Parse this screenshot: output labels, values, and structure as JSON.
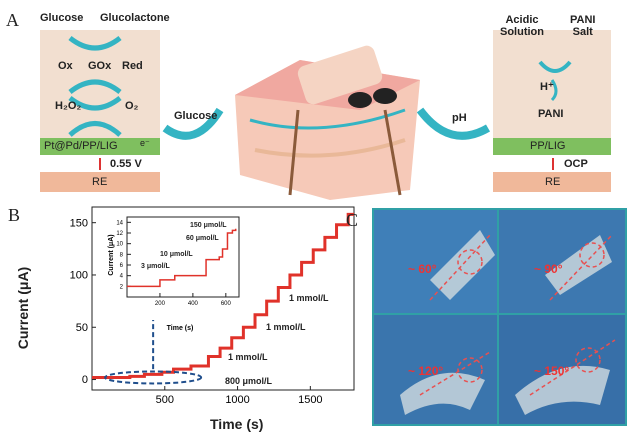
{
  "panels": {
    "a": "A",
    "b": "B",
    "c": "C"
  },
  "left": {
    "glucose": "Glucose",
    "glucolactone": "Glucolactone",
    "ox": "Ox",
    "gox": "GOx",
    "red": "Red",
    "h2o2": "H₂O₂",
    "o2": "O₂",
    "electrode": "Pt@Pd/PP/LIG",
    "e": "e⁻",
    "voltage": "0.55 V",
    "re": "RE",
    "arrow_label": "Glucose"
  },
  "right": {
    "acidic": "Acidic\nSolution",
    "pani_salt": "PANI\nSalt",
    "hplus": "H⁺",
    "pani": "PANI",
    "electrode": "PP/LIG",
    "ocp": "OCP",
    "re": "RE",
    "arrow_label": "pH"
  },
  "colors": {
    "beige": "#f2dfd0",
    "green": "#7fbf5f",
    "re": "#f0b89a",
    "teal": "#34b4c3",
    "red_curve": "#e0322a",
    "blue": "#1f4e8c"
  },
  "chart_data": [
    {
      "type": "line",
      "xlabel": "Time (s)",
      "ylabel": "Current (μA)",
      "xticks": [
        500,
        1000,
        1500
      ],
      "yticks": [
        0,
        50,
        100,
        150
      ],
      "xlim": [
        0,
        1800
      ],
      "ylim": [
        -10,
        165
      ],
      "x": [
        0,
        160,
        260,
        360,
        480,
        560,
        680,
        720,
        800,
        880,
        960,
        1040,
        1120,
        1200,
        1280,
        1360,
        1440,
        1520,
        1600,
        1680,
        1760,
        1800
      ],
      "y": [
        2,
        2,
        3,
        5,
        7,
        10,
        13,
        13,
        22,
        30,
        40,
        50,
        62,
        75,
        88,
        100,
        112,
        124,
        136,
        148,
        158,
        158
      ],
      "annotations": [
        "800 μmol/L",
        "1 mmol/L",
        "1 mmol/L",
        "1 mmol/L"
      ]
    },
    {
      "type": "line",
      "xlabel": "Time (s)",
      "ylabel": "Current (μA)",
      "xticks": [
        200,
        400,
        600
      ],
      "yticks": [
        2,
        4,
        6,
        8,
        10,
        12,
        14
      ],
      "xlim": [
        0,
        680
      ],
      "ylim": [
        0,
        15
      ],
      "x": [
        0,
        180,
        200,
        270,
        290,
        460,
        480,
        560,
        580,
        610,
        640,
        660
      ],
      "y": [
        2,
        2,
        3.2,
        3.2,
        4,
        4,
        7,
        7.5,
        9,
        12,
        12.5,
        12.8
      ],
      "annotations": [
        "3 μmol/L",
        "10 μmol/L",
        "60 μmol/L",
        "150 μmol/L"
      ]
    }
  ],
  "photos": {
    "a1": "~ 60°",
    "a2": "~ 90°",
    "a3": "~ 120°",
    "a4": "~ 150°"
  }
}
